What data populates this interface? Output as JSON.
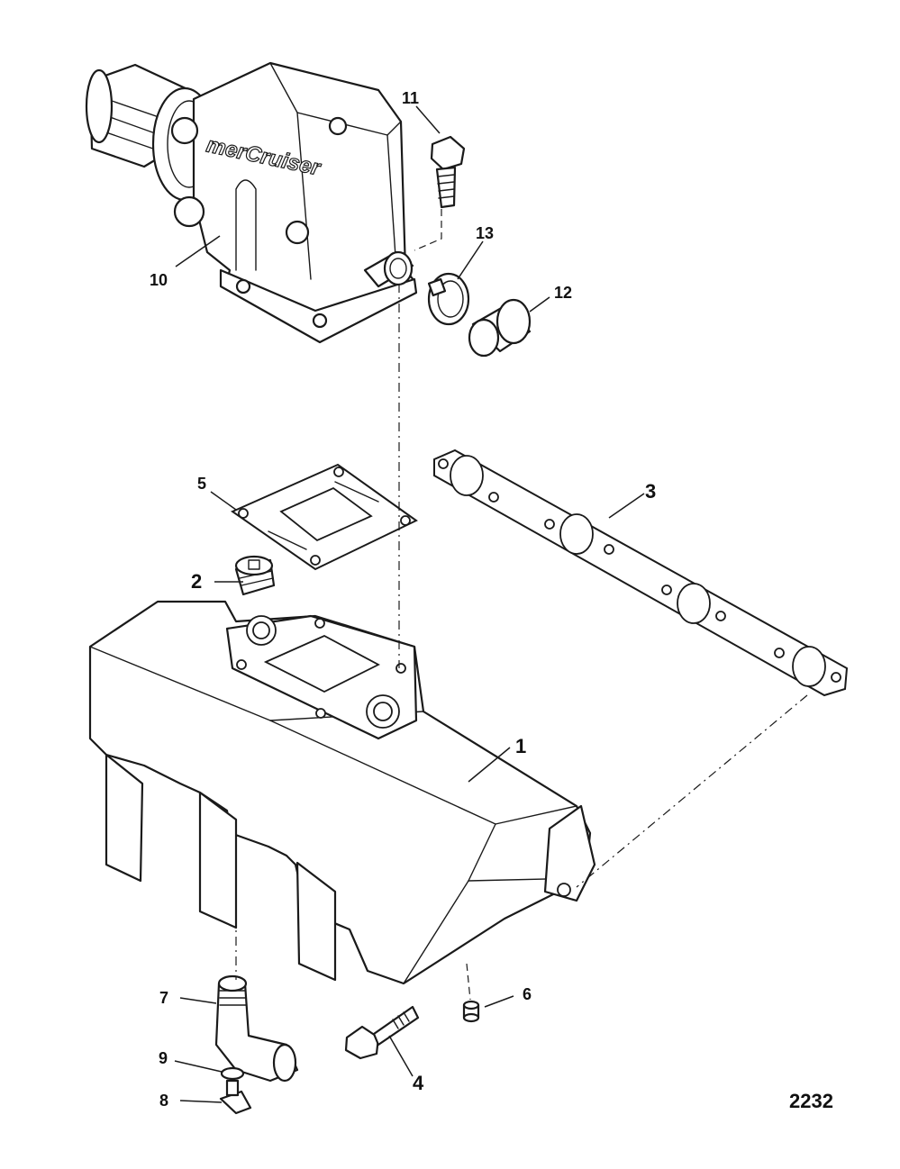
{
  "diagram": {
    "figure_number": "2232",
    "brand_mark": "merCruiser",
    "callouts": {
      "c1": "1",
      "c2": "2",
      "c3": "3",
      "c4": "4",
      "c5": "5",
      "c6": "6",
      "c7": "7",
      "c8": "8",
      "c9": "9",
      "c10": "10",
      "c11": "11",
      "c12": "12",
      "c13": "13"
    }
  }
}
